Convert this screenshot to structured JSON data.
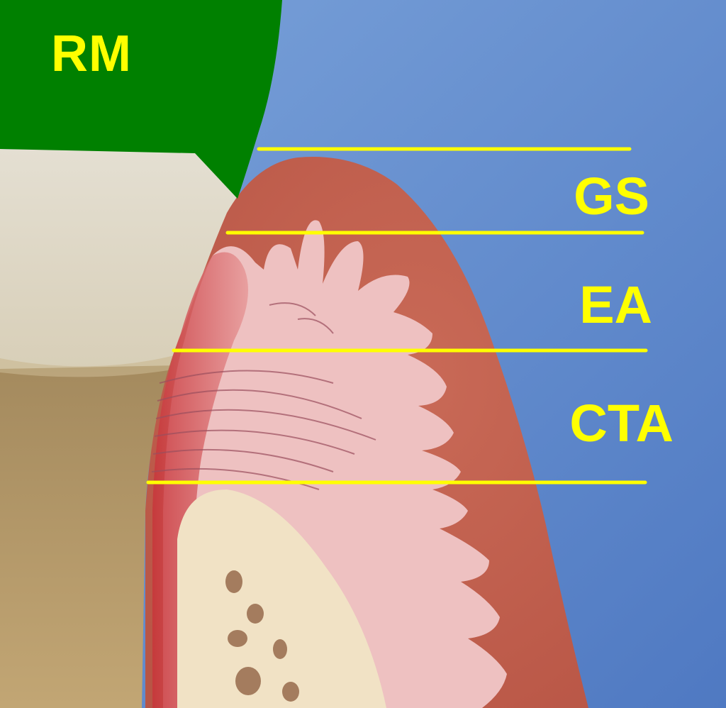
{
  "diagram": {
    "subject": "Gingival tissue cross-section with biologic width zones",
    "labels": {
      "rm": "RM",
      "gs": "GS",
      "ea": "EA",
      "cta": "CTA"
    },
    "boundary_lines_y": [
      210,
      328,
      494,
      680
    ],
    "colors": {
      "background_blue": "#5b86c8",
      "restoration_green": "#008000",
      "label_yellow": "#ffff00",
      "tooth_enamel": "#d9d2c0",
      "tooth_root": "#b99f6c",
      "gingiva_outer": "#c1604f",
      "epithelium_pink": "#f0c8c8",
      "bone": "#f0e1c3"
    }
  }
}
